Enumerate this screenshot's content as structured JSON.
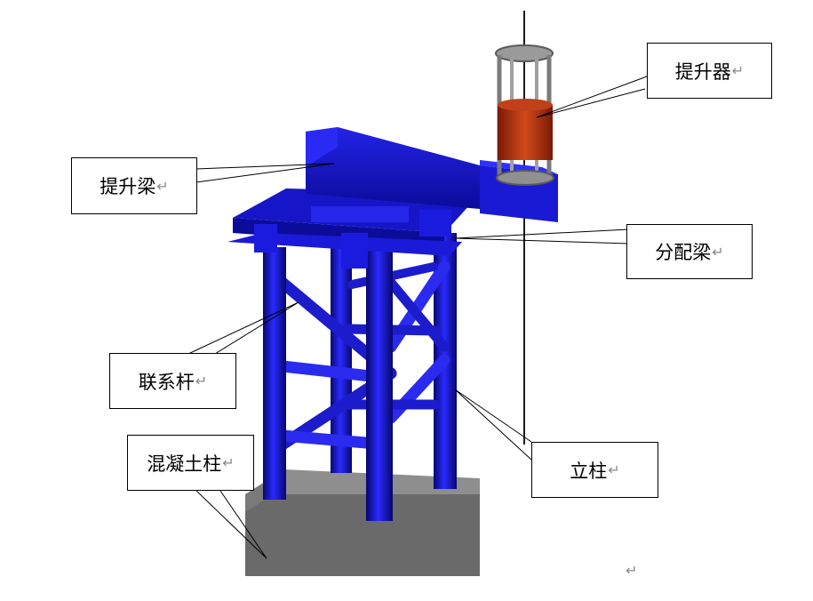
{
  "labels": {
    "lifter": "提升器",
    "lifting_beam": "提升梁",
    "distribution_beam": "分配梁",
    "tie_rod": "联系杆",
    "concrete_column": "混凝土柱",
    "steel_column": "立柱"
  },
  "paragraph_mark": "↵",
  "colors": {
    "steel_blue": "#1414c8",
    "steel_dark": "#0a0a8c",
    "concrete_top": "#8a8a8a",
    "concrete_front": "#6b6b6b",
    "lifter_body": "#b8320e",
    "lifter_cage": "#8c8c8c"
  }
}
